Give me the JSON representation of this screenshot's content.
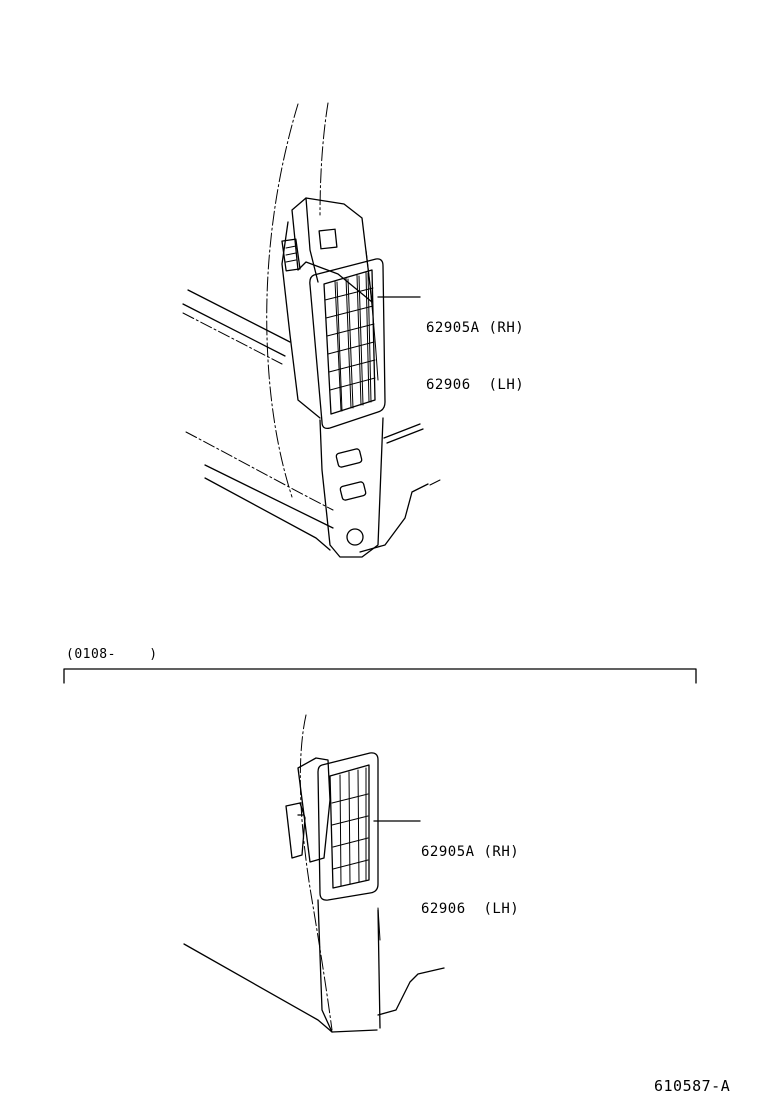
{
  "top_callout": {
    "line1": "62905A (RH)",
    "line2": "62906  (LH)"
  },
  "bottom_callout": {
    "line1": "62905A (RH)",
    "line2": "62906  (LH)"
  },
  "production_range": "(0108-    )",
  "figure_id": "610587-A"
}
